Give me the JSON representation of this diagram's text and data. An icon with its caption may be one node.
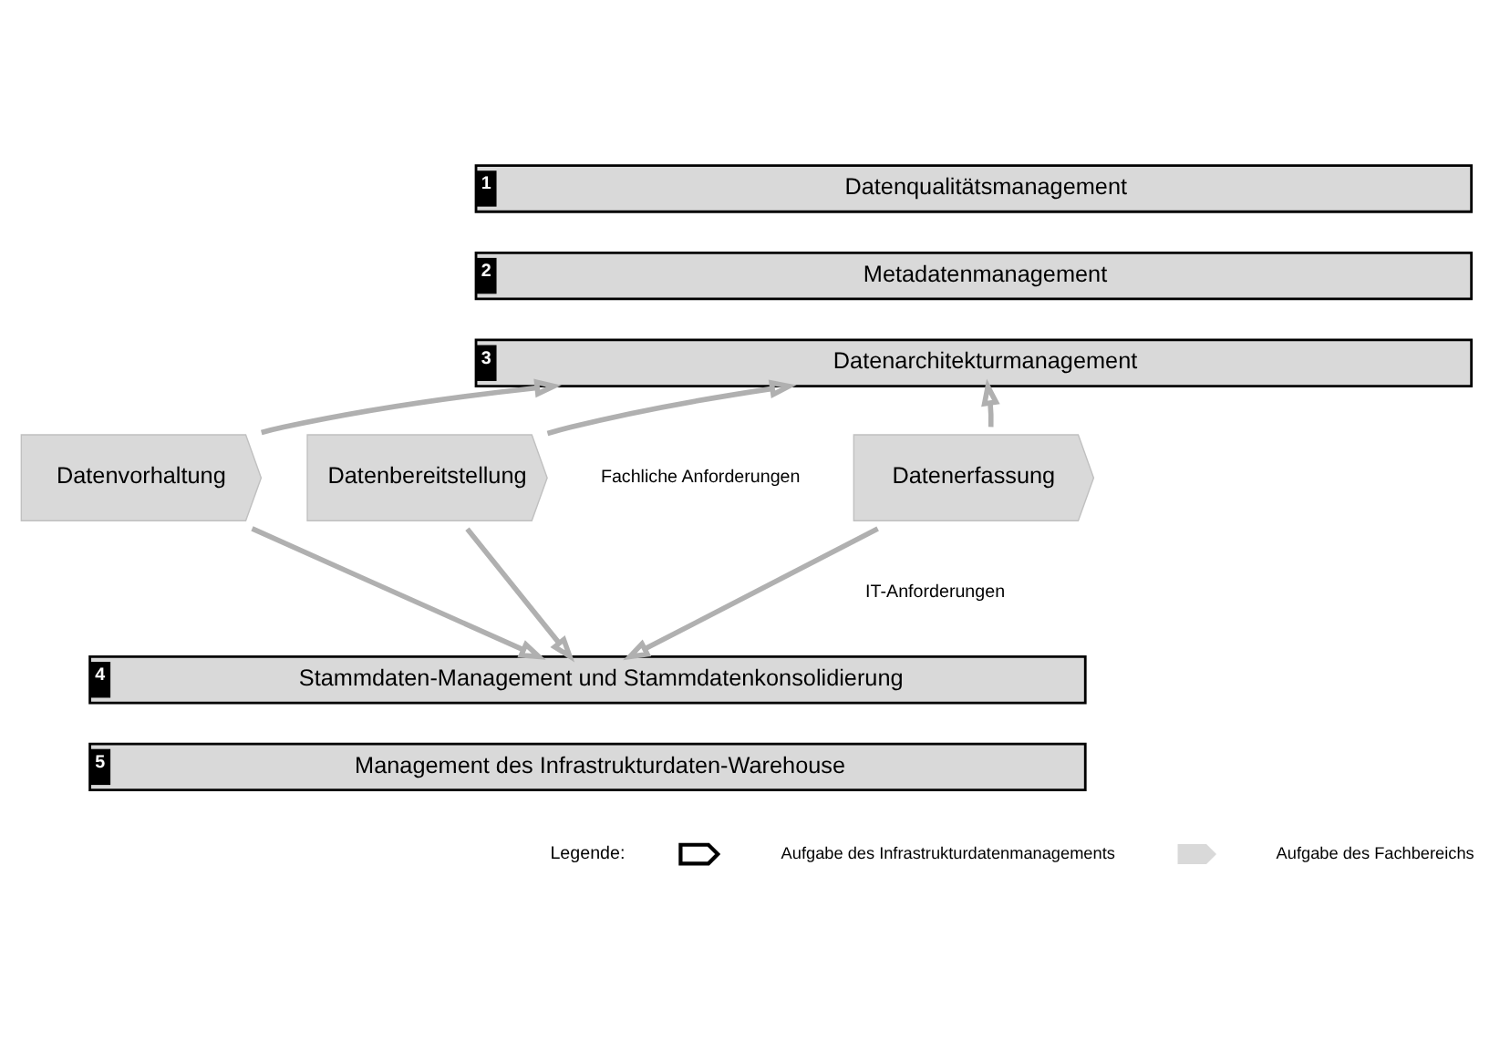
{
  "diagram": {
    "nodes": [
      {
        "text": [
          "1",
          "Datenqualitätsmanagement"
        ]
      },
      {
        "text": [
          "2",
          "Metadatenmanagement"
        ]
      },
      {
        "text": [
          "3",
          "Datenarchitekturmanagement"
        ]
      },
      {
        "text": [
          "Datenerfassung"
        ]
      },
      {
        "text": [
          "Datenvorhaltung"
        ]
      },
      {
        "text": [
          "Datenbereitstellung"
        ]
      },
      {
        "text": [
          "4",
          "Stammdaten-Management und Stammdatenkonsolidierung"
        ]
      },
      {
        "text": [
          "5",
          "Management des Infrastrukturdaten-Warehouse"
        ]
      }
    ],
    "edges": [
      {
        "from": 3,
        "to": 2,
        "arrow": "to"
      },
      {
        "from": 4,
        "to": 2,
        "arrow": "to"
      },
      {
        "from": 5,
        "to": 2,
        "arrow": "to"
      },
      {
        "from": 3,
        "to": 6,
        "arrow": "to"
      },
      {
        "from": 4,
        "to": 6,
        "arrow": "to"
      },
      {
        "from": 5,
        "to": 6,
        "arrow": "to"
      }
    ],
    "labels": [
      "Fachliche Anforderungen",
      "IT-Anforderungen",
      "Legende:"
    ],
    "legend": [
      {
        "text": "Aufgabe des Infrastrukturdatenmanagements"
      },
      {
        "text": "Aufgabe des Fachbereichs",
        "color": "#d9d9d9"
      }
    ]
  }
}
